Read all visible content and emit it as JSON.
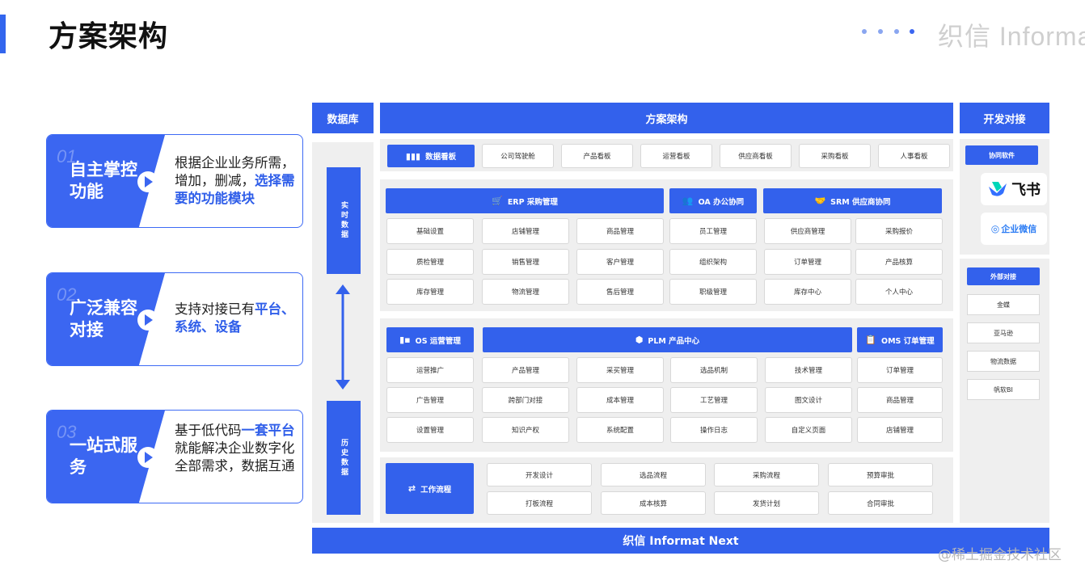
{
  "page": {
    "title": "方案架构",
    "brand": "织信 Informat"
  },
  "features": [
    {
      "num": "01",
      "title": "自主掌控功能",
      "desc": "根据企业业务所需，增加，删减，",
      "highlight": "选择需要的功能模块",
      "desc_after": ""
    },
    {
      "num": "02",
      "title": "广泛兼容对接",
      "desc": "支持对接已有",
      "highlight": "平台、系统、设备",
      "desc_after": ""
    },
    {
      "num": "03",
      "title": "一站式服务",
      "desc": "基于低代码",
      "highlight": "一套平台",
      "desc_after": "就能解决企业数字化全部需求，数据互通"
    }
  ],
  "architecture": {
    "col_db": "数据库",
    "col_main": "方案架构",
    "col_dev": "开发对接",
    "db_top": "实时数据",
    "db_bottom": "历史数据",
    "dashboard": {
      "title": "数据看板",
      "items": [
        "公司驾驶舱",
        "产品看板",
        "运营看板",
        "供应商看板",
        "采购看板",
        "人事看板"
      ]
    },
    "group1": {
      "erp": {
        "title": "ERP 采购管理",
        "items": [
          "基础设置",
          "店铺管理",
          "商品管理",
          "质检管理",
          "销售管理",
          "客户管理",
          "库存管理",
          "物流管理",
          "售后管理"
        ]
      },
      "oa": {
        "title": "OA 办公协同",
        "items": [
          "员工管理",
          "组织架构",
          "职级管理"
        ]
      },
      "srm": {
        "title": "SRM 供应商协同",
        "items": [
          "供应商管理",
          "采购报价",
          "订单管理",
          "产品核算",
          "库存中心",
          "个人中心"
        ]
      }
    },
    "group2": {
      "os": {
        "title": "OS 运营管理",
        "items": [
          "运营推广",
          "广告管理",
          "设置管理"
        ]
      },
      "plm": {
        "title": "PLM 产品中心",
        "items": [
          "产品管理",
          "采买管理",
          "选品机制",
          "技术管理",
          "跨部门对接",
          "成本管理",
          "工艺管理",
          "图文设计",
          "知识产权",
          "系统配置",
          "操作日志",
          "自定义页面"
        ]
      },
      "oms": {
        "title": "OMS 订单管理",
        "items": [
          "订单管理",
          "商品管理",
          "店铺管理"
        ]
      }
    },
    "workflow": {
      "title": "工作流程",
      "items": [
        "开发设计",
        "选品流程",
        "采购流程",
        "预算审批",
        "打板流程",
        "成本核算",
        "发货计划",
        "合同审批"
      ]
    },
    "right": {
      "collab_title": "协同软件",
      "feishu": "飞书",
      "wecom": "企业微信",
      "external_title": "外部对接",
      "external_items": [
        "金蝶",
        "亚马逊",
        "物流数据",
        "帆软BI"
      ]
    },
    "footer": "织信 Informat Next"
  },
  "watermark": "@稀土掘金技术社区",
  "colors": {
    "accent": "#3361ec",
    "panel": "#efefef"
  }
}
